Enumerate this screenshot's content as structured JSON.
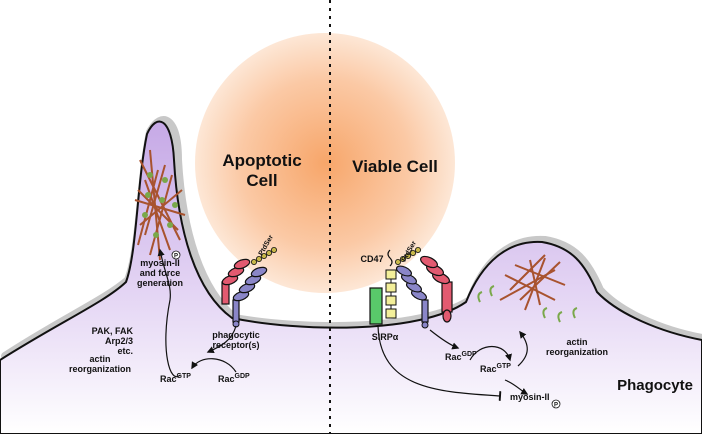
{
  "labels": {
    "apoptotic": [
      "Apoptotic",
      "Cell"
    ],
    "viable": "Viable Cell",
    "phagocyte": "Phagocyte",
    "ptdser_left": "PtdSer",
    "ptdser_right": "PtdSer",
    "cd47": "CD47",
    "sirpa": "SIRPα",
    "phagocytic_receptors": [
      "phagocytic",
      "receptor(s)"
    ],
    "myosin_left": [
      "myosin-II",
      "and force",
      "generation"
    ],
    "myosin_p_left": "P",
    "kinases": [
      "PAK, FAK",
      "Arp2/3",
      "etc."
    ],
    "actin_left": [
      "actin",
      "reorganization"
    ],
    "actin_right": [
      "actin",
      "reorganization"
    ],
    "rac_gtp_left": {
      "base": "Rac",
      "sup": "GTP"
    },
    "rac_gdp_left": {
      "base": "Rac",
      "sup": "GDP"
    },
    "rac_gdp_right": {
      "base": "Rac",
      "sup": "GDP"
    },
    "rac_gtp_right": {
      "base": "Rac",
      "sup": "GTP"
    },
    "myosin_right": "myosin-II",
    "myosin_p_right": "P"
  },
  "colors": {
    "cell_center": "#f7a66a",
    "cell_edge": "#fde7d6",
    "phagocyte_fill": "#c9b0e8",
    "phagocyte_fill_light": "#f5effb",
    "membrane": "#111111",
    "membrane_shadow": "#c8c8c8",
    "actin": "#a8532f",
    "actin_node": "#7aa84a",
    "receptor_pink": "#e25a70",
    "receptor_purple": "#8a86c8",
    "cd47_yellow": "#f3ef9a",
    "sirp_green": "#59c96a",
    "ptdser_bead": "#c8b84a"
  }
}
